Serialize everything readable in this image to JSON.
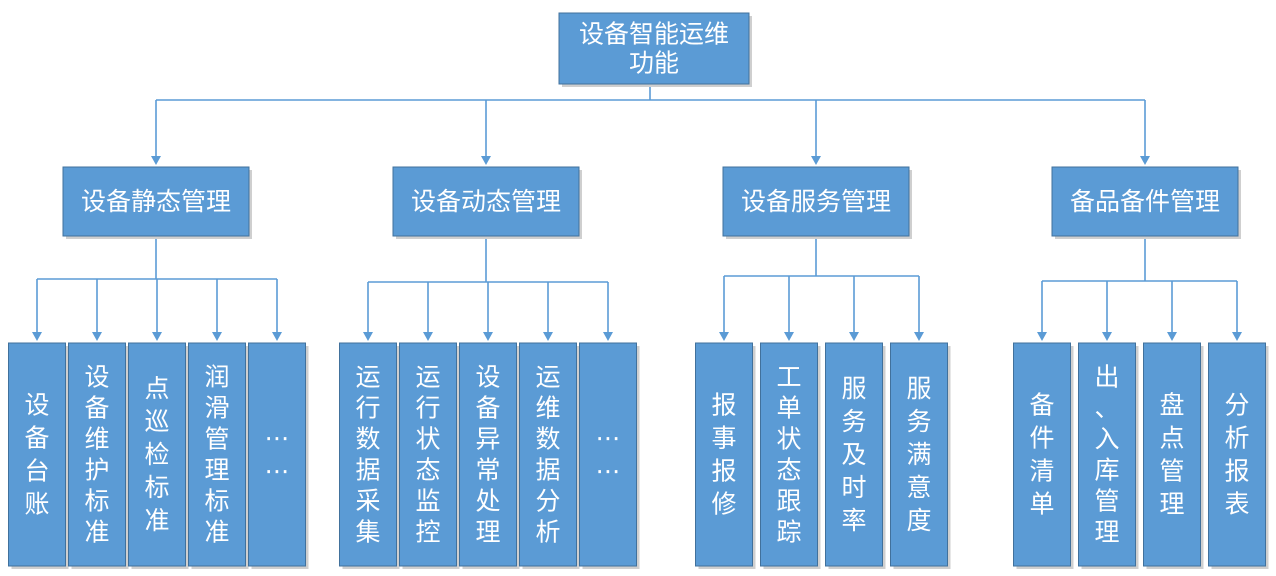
{
  "diagram": {
    "root": {
      "label": "设备智能运维功能"
    },
    "groups": [
      {
        "label": "设备静态管理",
        "children": [
          {
            "label": "设备台账"
          },
          {
            "label": "设备维护标准"
          },
          {
            "label": "点巡检标准"
          },
          {
            "label": "润滑管理标准"
          },
          {
            "label": "……"
          }
        ]
      },
      {
        "label": "设备动态管理",
        "children": [
          {
            "label": "运行数据采集"
          },
          {
            "label": "运行状态监控"
          },
          {
            "label": "设备异常处理"
          },
          {
            "label": "运维数据分析"
          },
          {
            "label": "……"
          }
        ]
      },
      {
        "label": "设备服务管理",
        "children": [
          {
            "label": "报事报修"
          },
          {
            "label": "工单状态跟踪"
          },
          {
            "label": "服务及时率"
          },
          {
            "label": "服务满意度"
          }
        ]
      },
      {
        "label": "备品备件管理",
        "children": [
          {
            "label": "备件清单"
          },
          {
            "label": "出、入库管理"
          },
          {
            "label": "盘点管理"
          },
          {
            "label": "分析报表"
          }
        ]
      }
    ]
  }
}
